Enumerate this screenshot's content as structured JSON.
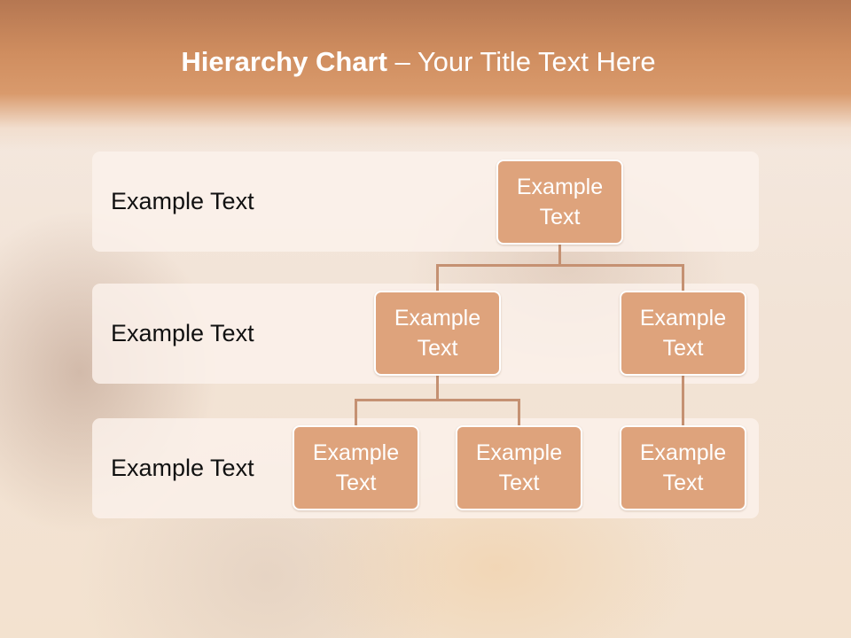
{
  "slide": {
    "title_bold": "Hierarchy Chart",
    "title_rest": " – Your Title Text Here"
  },
  "levels": [
    {
      "label": "Example Text"
    },
    {
      "label": "Example Text"
    },
    {
      "label": "Example Text"
    }
  ],
  "nodes": {
    "root": {
      "line1": "Example",
      "line2": "Text"
    },
    "mid_left": {
      "line1": "Example",
      "line2": "Text"
    },
    "mid_right": {
      "line1": "Example",
      "line2": "Text"
    },
    "leaf_1": {
      "line1": "Example",
      "line2": "Text"
    },
    "leaf_2": {
      "line1": "Example",
      "line2": "Text"
    },
    "leaf_3": {
      "line1": "Example",
      "line2": "Text"
    }
  },
  "colors": {
    "header": "#cf8d5f",
    "node_fill": "#dea37c",
    "connector": "#c59172",
    "band_fill": "#fbf2ec"
  }
}
